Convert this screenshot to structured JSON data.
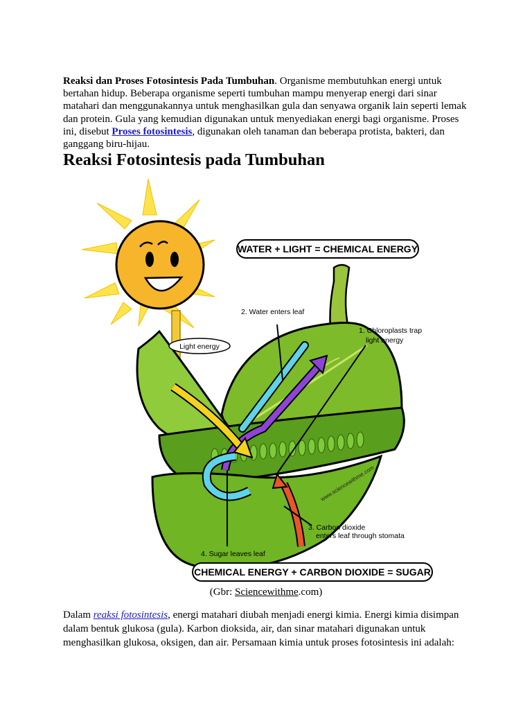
{
  "intro": {
    "title_bold": "Reaksi dan Proses Fotosintesis Pada Tumbuhan",
    "text_part1": ". Organisme membutuhkan energi untuk bertahan hidup. Beberapa organisme seperti tumbuhan mampu menyerap energi dari sinar matahari dan menggunakannya untuk menghasilkan gula dan senyawa organik lain seperti lemak dan protein. Gula yang kemudian digunakan untuk menyediakan energi bagi organisme. Proses ini, disebut ",
    "link_text": "Proses fotosintesis",
    "text_part2": ", digunakan oleh tanaman dan beberapa protista, bakteri, dan ganggang biru-hijau."
  },
  "section_heading": "Reaksi Fotosintesis pada Tumbuhan",
  "figure": {
    "top_equation": "WATER + LIGHT = CHEMICAL ENERGY",
    "bottom_equation": "CHEMICAL ENERGY + CARBON DIOXIDE = SUGAR",
    "label_light": "Light energy",
    "label_water_enters": "2. Water enters leaf",
    "label_chloroplasts_line1": "1. Chloroplasts trap",
    "label_chloroplasts_line2": "light energy",
    "label_co2_line1": "3. Carbon dioxide",
    "label_co2_line2": "enters leaf through stomata",
    "label_sugar": "4. Sugar leaves leaf",
    "watermark": "www.sciencewithme.com"
  },
  "caption": {
    "prefix": "(Gbr: ",
    "source": "Sciencewithme",
    "suffix": ".com)"
  },
  "para2": {
    "start": "Dalam ",
    "link_text": "reaksi fotosintesis",
    "rest": ", energi matahari diubah menjadi energi kimia. Energi kimia disimpan dalam bentuk glukosa (gula). Karbon dioksida, air, dan sinar matahari digunakan untuk menghasilkan glukosa, oksigen, dan air. Persamaan kimia untuk proses fotosintesis ini adalah:"
  },
  "colors": {
    "link": "#1a1acc",
    "sun": "#f7b52c",
    "ray": "#ffe34d",
    "leaf": "#7dbb2a",
    "leaf_dark": "#4e8a17",
    "water_arrow": "#5fd3e8",
    "light_arrow": "#f4d21f",
    "energy_arrow": "#8e44d6",
    "co2_arrow": "#e8562a"
  }
}
